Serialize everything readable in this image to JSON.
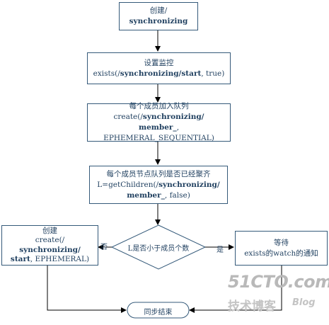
{
  "nodes": {
    "create_root": {
      "line1": "创建/",
      "line2": "synchronizing"
    },
    "set_watch": {
      "line1": "设置监控",
      "line2_pre": "exists(/",
      "line2_bold": "synchronizing/start",
      "line2_post": ", true)"
    },
    "join_queue": {
      "line1": "每个成员加入队列",
      "line2_pre": "create(/",
      "line2_bold": "synchronizing/",
      "line3_bold": "member_",
      "line3_post": ", EPHEMERAL_SEQUENTIAL)"
    },
    "check_members": {
      "line1": "每个成员节点队列是否已经聚齐",
      "line2_pre": "L=getChildren(/",
      "line2_bold": "synchronizing/",
      "line3_bold": "member_",
      "line3_post": ", false)"
    },
    "decision": {
      "text": "L是否小于成员个数"
    },
    "create_start": {
      "line1": "创建",
      "line2": "create(/",
      "line3": "synchronizing/",
      "line4_bold": "start",
      "line4_post": ", EPHEMERAL)"
    },
    "wait": {
      "line1": "等待",
      "line2": "exists的watch的通知"
    },
    "end": {
      "text": "同步结束"
    }
  },
  "edges": {
    "no_label": "否",
    "yes_label": "是"
  },
  "watermark": {
    "line1": "51CTO.com",
    "line2": "技术博客",
    "line3": "Blog"
  },
  "colors": {
    "line": "#000000",
    "border": "#355a7a",
    "text": "#1f3f5f",
    "watermark": "#b9b9b9"
  }
}
